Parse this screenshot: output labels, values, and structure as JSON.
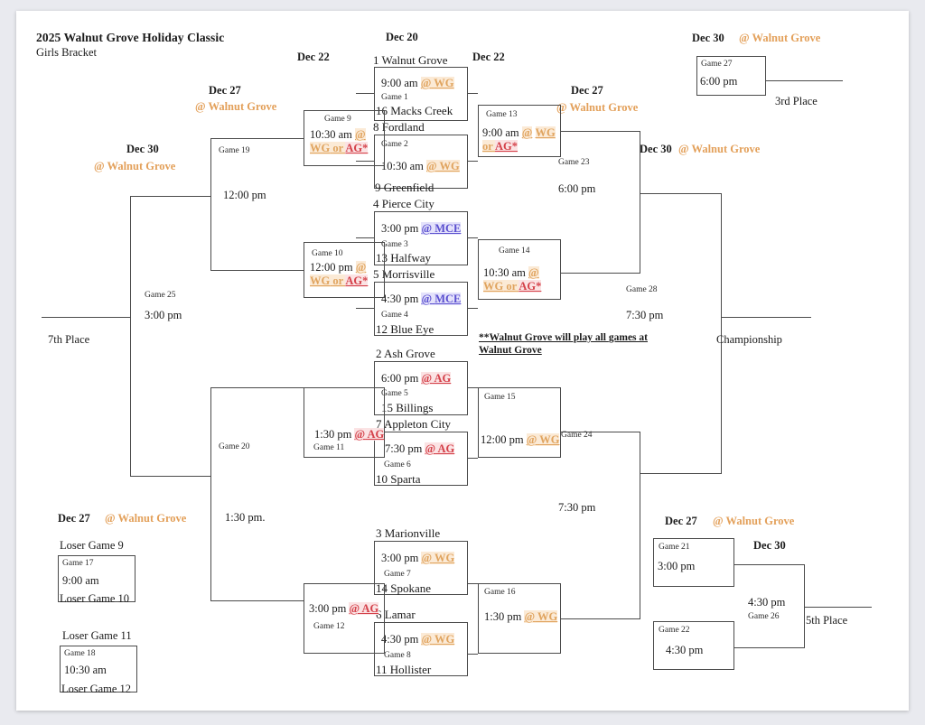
{
  "header": {
    "title": "2025 Walnut Grove Holiday Classic",
    "subtitle": "Girls Bracket"
  },
  "colors": {
    "venue_wg": "#e0a45f",
    "venue_ag": "#d4414a",
    "venue_mce": "#5a4fcf",
    "header_accent": "#e3a05a",
    "line": "#4a4a4a",
    "text": "#1a1a1a",
    "page_bg": "#e9eaef",
    "sheet_bg": "#ffffff"
  },
  "note": {
    "line1": "**Walnut Grove will play all",
    "line2": "games at Walnut Grove"
  },
  "round_headers": [
    {
      "id": "hdr-dec20",
      "date": "Dec 20",
      "venue": ""
    },
    {
      "id": "hdr-dec22-left",
      "date": "Dec 22",
      "venue": ""
    },
    {
      "id": "hdr-dec22-right",
      "date": "Dec 22",
      "venue": ""
    },
    {
      "id": "hdr-dec27-left",
      "date": "Dec 27",
      "venue": "@ Walnut Grove"
    },
    {
      "id": "hdr-dec27-right",
      "date": "Dec 27",
      "venue": "@ Walnut Grove"
    },
    {
      "id": "hdr-dec30-left",
      "date": "Dec 30",
      "venue": "@ Walnut Grove"
    },
    {
      "id": "hdr-dec30-right",
      "date": "Dec 30",
      "venue": "@ Walnut Grove"
    },
    {
      "id": "hdr-dec30-third",
      "date": "Dec 30",
      "venue": "@ Walnut Grove"
    },
    {
      "id": "hdr-dec27-cons-l",
      "date": "Dec 27",
      "venue": "@ Walnut Grove"
    },
    {
      "id": "hdr-dec27-cons-r",
      "date": "Dec 27",
      "venue": "@ Walnut Grove"
    },
    {
      "id": "hdr-dec30-fifth",
      "date": "Dec 30",
      "venue": ""
    }
  ],
  "first_round": [
    {
      "game": "Game 1",
      "time": "9:00 am",
      "venue_at": "@",
      "venue": "WG",
      "venue_kind": "wg",
      "top": "1 Walnut Grove",
      "bottom": "16 Macks Creek"
    },
    {
      "game": "Game 2",
      "time": "10:30 am",
      "venue_at": "@",
      "venue": "WG",
      "venue_kind": "wg",
      "top": "8 Fordland",
      "bottom": "9 Greenfield"
    },
    {
      "game": "Game 3",
      "time": "3:00 pm",
      "venue_at": "@",
      "venue": "MCE",
      "venue_kind": "mce",
      "top": "4 Pierce City",
      "bottom": "13 Halfway"
    },
    {
      "game": "Game 4",
      "time": "4:30 pm",
      "venue_at": "@",
      "venue": "MCE",
      "venue_kind": "mce",
      "top": "5 Morrisville",
      "bottom": "12 Blue Eye"
    },
    {
      "game": "Game 5",
      "time": "6:00 pm",
      "venue_at": "@",
      "venue": "AG",
      "venue_kind": "ag",
      "top": "2 Ash Grove",
      "bottom": "15 Billings"
    },
    {
      "game": "Game 6",
      "time": "7:30 pm",
      "venue_at": "@",
      "venue": "AG",
      "venue_kind": "ag",
      "top": "7 Appleton City",
      "bottom": "10 Sparta"
    },
    {
      "game": "Game 7",
      "time": "3:00 pm",
      "venue_at": "@",
      "venue": "WG",
      "venue_kind": "wg",
      "top": "3 Marionville",
      "bottom": "14 Spokane"
    },
    {
      "game": "Game 8",
      "time": "4:30 pm",
      "venue_at": "@",
      "venue": "WG",
      "venue_kind": "wg",
      "top": "6 Lamar",
      "bottom": "11 Hollister"
    }
  ],
  "quarterfinals": [
    {
      "game": "Game 13",
      "time": "9:00 am",
      "venue_at": "@",
      "venue_wg": "WG",
      "venue_or": "or",
      "venue_ag": "AG*"
    },
    {
      "game": "Game 14",
      "time": "10:30 am",
      "venue_at": "@",
      "venue_wg": "WG",
      "venue_or": "or",
      "venue_ag": "AG*"
    },
    {
      "game": "Game 15",
      "time": "12:00 pm",
      "venue_at": "@",
      "venue": "WG",
      "venue_kind": "wg"
    },
    {
      "game": "Game 16",
      "time": "1:30 pm",
      "venue_at": "@",
      "venue": "WG",
      "venue_kind": "wg"
    }
  ],
  "losers_round": [
    {
      "game": "Game 9",
      "time": "10:30 am",
      "venue_at": "@",
      "venue_wg": "WG",
      "venue_or": "or",
      "venue_ag": "AG*"
    },
    {
      "game": "Game 10",
      "time": "12:00 pm",
      "venue_at": "@",
      "venue_wg": "WG",
      "venue_or": "or",
      "venue_ag": "AG*"
    },
    {
      "game": "Game 11",
      "time": "1:30 pm",
      "venue_at": "@",
      "venue": "AG",
      "venue_kind": "ag"
    },
    {
      "game": "Game 12",
      "time": "3:00 pm",
      "venue_at": "@",
      "venue": "AG",
      "venue_kind": "ag"
    }
  ],
  "semifinals": [
    {
      "game": "Game 19",
      "time": "12:00 pm"
    },
    {
      "game": "Game 20",
      "time": "1:30 pm."
    },
    {
      "game": "Game 23",
      "time": "6:00  pm"
    },
    {
      "game": "Game 24",
      "time": "7:30  pm"
    }
  ],
  "finals": [
    {
      "game": "Game 25",
      "time": "3:00 pm",
      "label": "7th Place"
    },
    {
      "game": "Game 28",
      "time": "7:30 pm",
      "label": "Championship"
    },
    {
      "game": "Game 26",
      "time": "4:30 pm",
      "label": "5th Place"
    }
  ],
  "third_place": {
    "game": "Game 27",
    "time": "6:00 pm",
    "label": "3rd Place"
  },
  "consolation_left": [
    {
      "game": "Game 17",
      "time": "9:00 am",
      "top": "Loser Game 9",
      "bottom": "Loser Game 10"
    },
    {
      "game": "Game 18",
      "time": "10:30 am",
      "top": "Loser Game 11",
      "bottom": "Loser Game 12"
    }
  ],
  "consolation_right": [
    {
      "game": "Game 21",
      "time": "3:00  pm"
    },
    {
      "game": "Game 22",
      "time": "4:30 pm"
    }
  ]
}
